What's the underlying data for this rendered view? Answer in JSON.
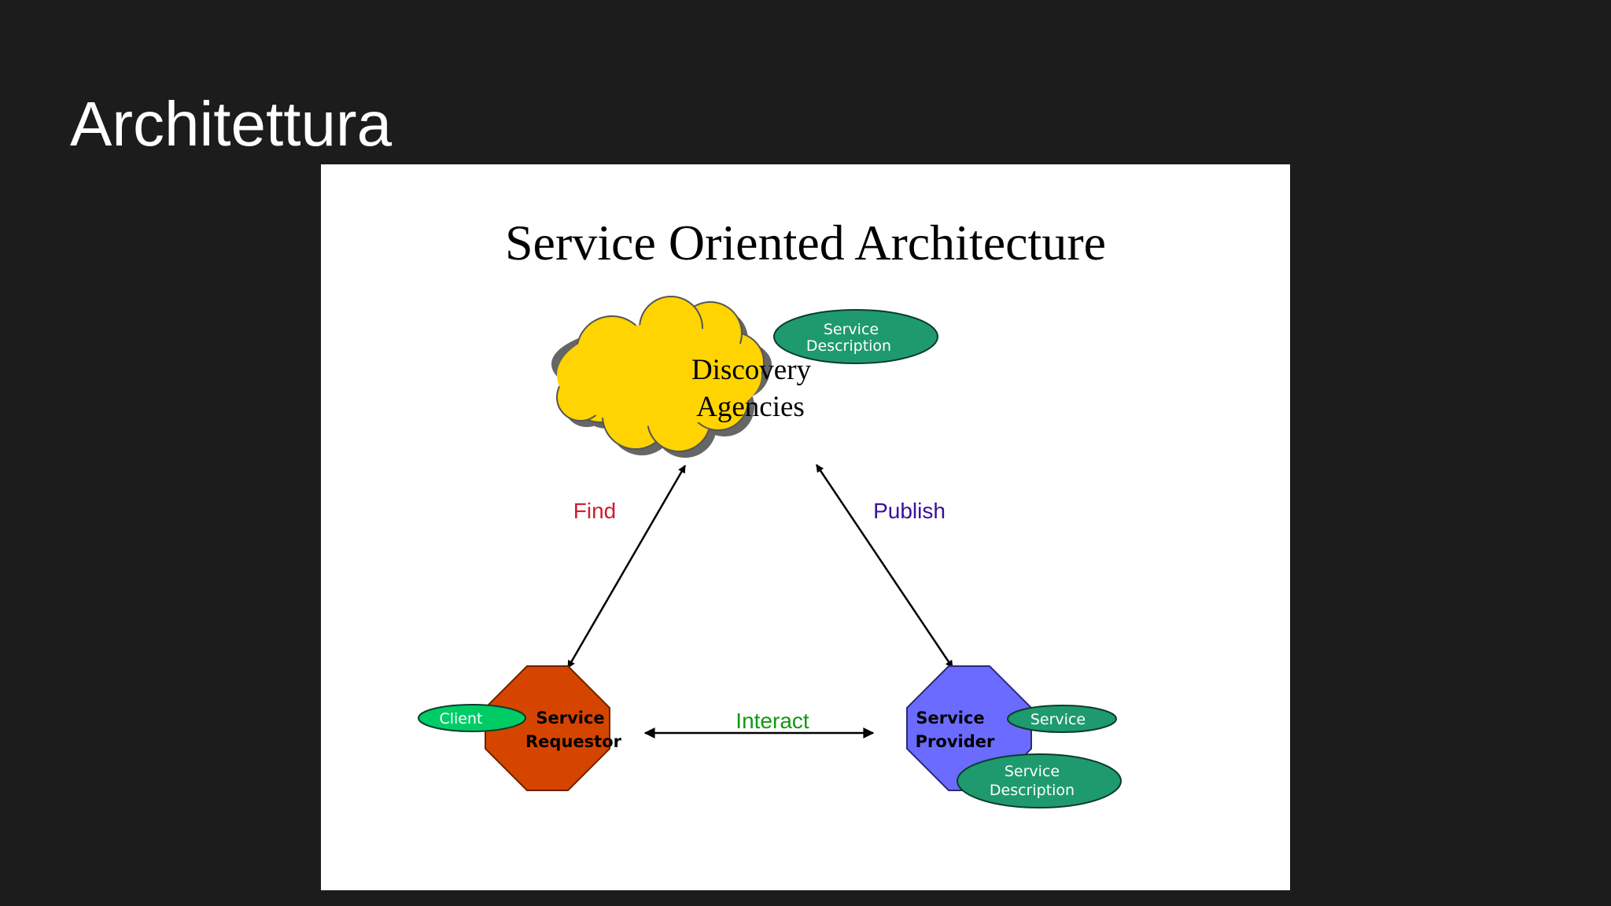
{
  "slide": {
    "title": "Architettura"
  },
  "diagram": {
    "title": "Service Oriented Architecture",
    "nodes": {
      "discovery": {
        "line1": "Discovery",
        "line2": "Agencies"
      },
      "requestor": {
        "line1": "Service",
        "line2": "Requestor"
      },
      "provider": {
        "line1": "Service",
        "line2": "Provider"
      }
    },
    "badges": {
      "discovery_description": {
        "line1": "Service",
        "line2": "Description"
      },
      "client": {
        "label": "Client"
      },
      "service": {
        "label": "Service"
      },
      "provider_description": {
        "line1": "Service",
        "line2": "Description"
      }
    },
    "edges": {
      "find": "Find",
      "publish": "Publish",
      "interact": "Interact"
    },
    "colors": {
      "cloud": "#ffd400",
      "requestor": "#d64500",
      "provider": "#6b6bff",
      "badge_dark": "#1e9a6e",
      "badge_bright": "#00cc66",
      "find": "#d01c2c",
      "publish": "#3a0f9a",
      "interact": "#119911"
    }
  }
}
